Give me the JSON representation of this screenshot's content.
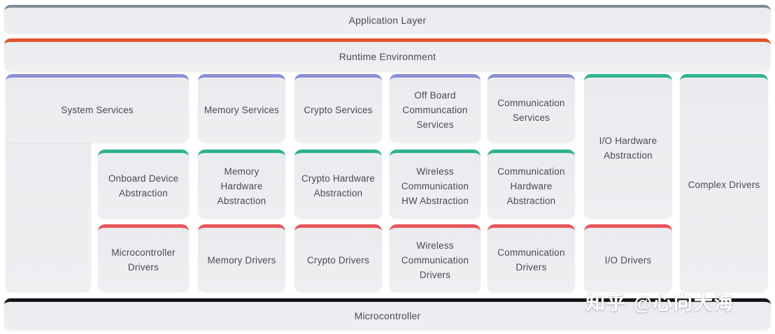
{
  "colors": {
    "app_layer_top": "#7f8b99",
    "runtime_top": "#e2542c",
    "services_top": "#8b90d4",
    "hardware_abstraction_top": "#2db38e",
    "drivers_top": "#e8555a",
    "microcontroller_top": "#141418",
    "box_fill": "#ecedef",
    "text": "#474b52"
  },
  "layers": {
    "application_label": "Application Layer",
    "runtime_label": "Runtime Environment",
    "microcontroller_label": "Microcontroller"
  },
  "blocks": {
    "system_services": "System Services",
    "memory_services": "Memory Services",
    "crypto_services": "Crypto Services",
    "offboard_communication_services": "Off Board Communcation Services",
    "communication_services": "Communication Services",
    "io_hardware_abstraction": "I/O Hardware Abstraction",
    "complex_drivers": "Complex Drivers",
    "onboard_device_abstraction": "Onboard Device Abstraction",
    "memory_hardware_abstraction": "Memory Hardware Abstraction",
    "crypto_hardware_abstraction": "Crypto Hardware Abstraction",
    "wireless_communication_hw_abstraction": "Wireless Communication HW Abstraction",
    "communication_hardware_abstraction": "Communication Hardware Abstraction",
    "microcontroller_drivers": "Microcontroller Drivers",
    "memory_drivers": "Memory Drivers",
    "crypto_drivers": "Crypto Drivers",
    "wireless_communication_drivers": "Wireless Communication Drivers",
    "communication_drivers": "Communication Drivers",
    "io_drivers": "I/O Drivers"
  },
  "watermark": {
    "text": "知乎 @心向大海"
  }
}
